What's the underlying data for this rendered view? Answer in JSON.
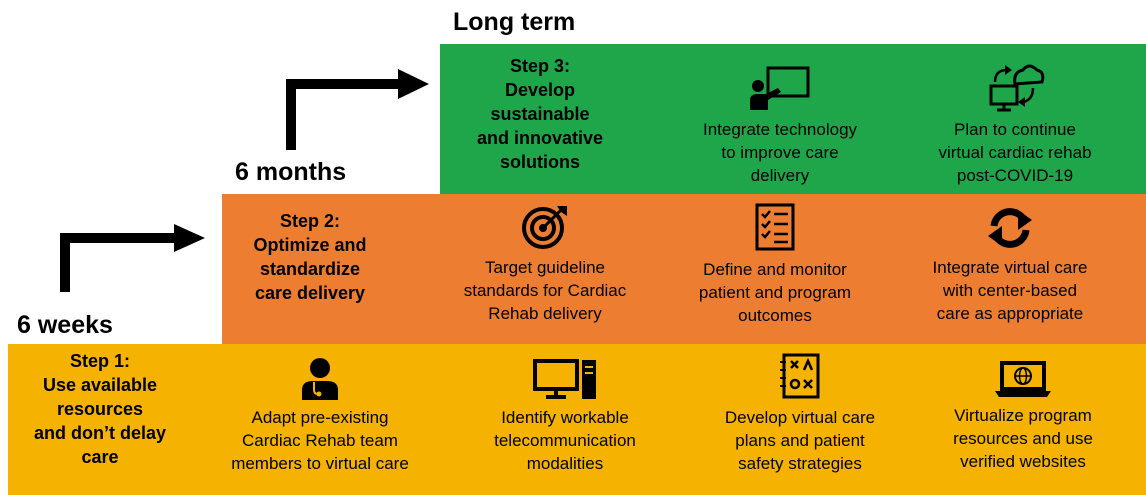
{
  "timeline": {
    "long_term": "Long term",
    "six_months": "6 months",
    "six_weeks": "6 weeks"
  },
  "step3": {
    "title": [
      "Step 3:",
      "Develop",
      "sustainable",
      "and innovative",
      "solutions"
    ],
    "items": [
      {
        "icon": "presentation-icon",
        "lines": [
          "Integrate technology",
          "to improve care",
          "delivery"
        ]
      },
      {
        "icon": "cloud-computer-sync-icon",
        "lines": [
          "Plan to continue",
          "virtual cardiac rehab",
          "post-COVID-19"
        ]
      }
    ]
  },
  "step2": {
    "title": [
      "Step 2:",
      "Optimize and",
      "standardize",
      "care delivery"
    ],
    "items": [
      {
        "icon": "target-icon",
        "lines": [
          "Target guideline",
          "standards for Cardiac",
          "Rehab delivery"
        ]
      },
      {
        "icon": "checklist-icon",
        "lines": [
          "Define and monitor",
          "patient and program",
          "outcomes"
        ]
      },
      {
        "icon": "sync-icon",
        "lines": [
          "Integrate virtual care",
          "with center-based",
          "care as appropriate"
        ]
      }
    ]
  },
  "step1": {
    "title": [
      "Step 1:",
      "Use available",
      "resources",
      "and don’t delay",
      "care"
    ],
    "items": [
      {
        "icon": "doctor-icon",
        "lines": [
          "Adapt pre-existing",
          "Cardiac Rehab team",
          "members to virtual care"
        ]
      },
      {
        "icon": "desktop-computer-icon",
        "lines": [
          "Identify workable",
          "telecommunication",
          "modalities"
        ]
      },
      {
        "icon": "strategy-board-icon",
        "lines": [
          "Develop virtual care",
          "plans and patient",
          "safety strategies"
        ]
      },
      {
        "icon": "laptop-globe-icon",
        "lines": [
          "Virtualize program",
          "resources and use",
          "verified websites"
        ]
      }
    ]
  },
  "colors": {
    "green": "#1fa64a",
    "orange": "#ed7d31",
    "yellow": "#f5b200"
  }
}
